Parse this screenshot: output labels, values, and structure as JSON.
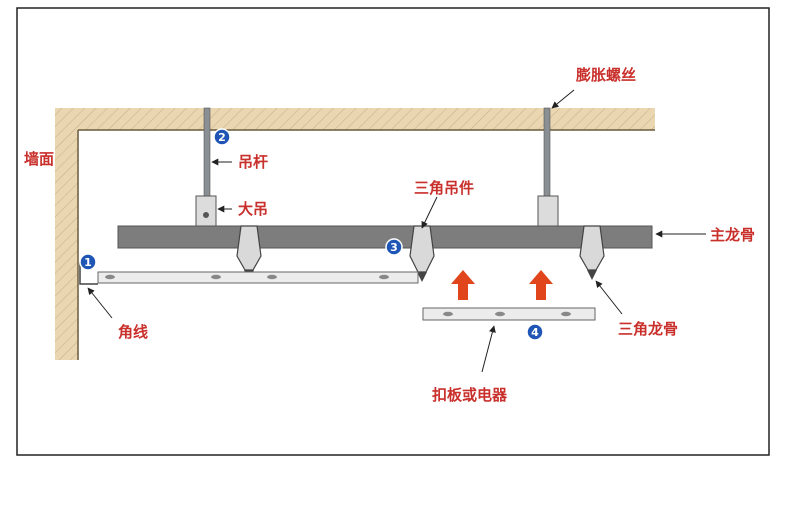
{
  "labels": {
    "wall": "墙面",
    "rod": "吊杆",
    "hanger": "大吊",
    "expansion_bolt": "膨胀螺丝",
    "triangle_hanger": "三角吊件",
    "main_keel": "主龙骨",
    "triangle_keel": "三角龙骨",
    "corner_line": "角线",
    "panel": "扣板或电器"
  },
  "markers": [
    "1",
    "2",
    "3",
    "4"
  ],
  "colors": {
    "label_text": "#c9302c",
    "marker_fill": "#1f56b5",
    "arrow_fill": "#e0451b",
    "ceiling_fill": "#ead7b2",
    "keel_fill": "#7d7d7d",
    "border": "#222222"
  }
}
